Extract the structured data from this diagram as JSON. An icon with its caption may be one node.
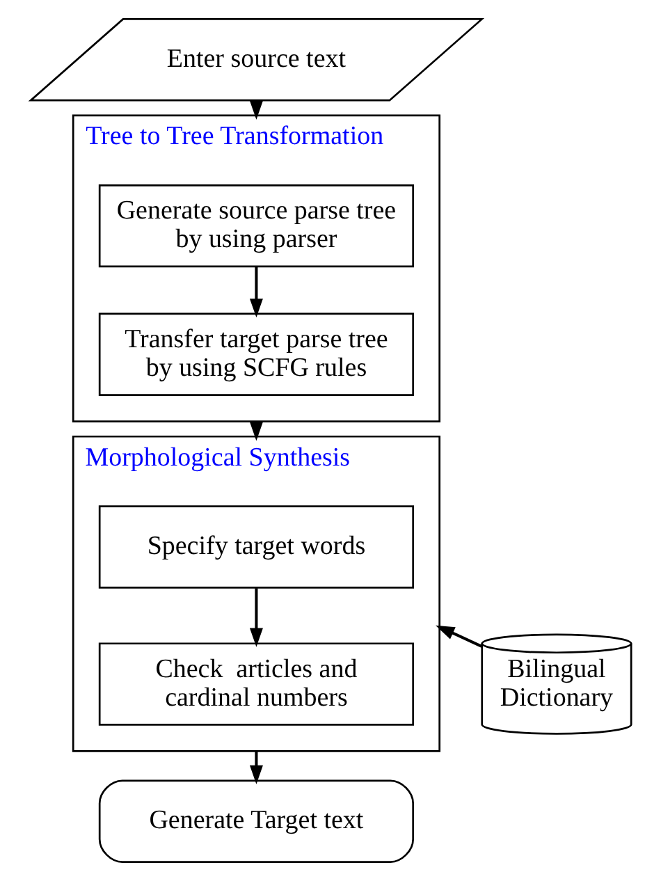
{
  "diagram": {
    "nodes": [
      {
        "text": [
          "Enter source text"
        ]
      },
      {
        "text": [
          "Tree to Tree Transformation"
        ]
      },
      {
        "text": [
          "Generate source parse tree by using parser"
        ],
        "in": 1
      },
      {
        "text": [
          "Transfer target parse tree by using SCFG rules"
        ],
        "in": 1
      },
      {
        "text": [
          "Morphological Synthesis"
        ]
      },
      {
        "text": [
          "Specify target words"
        ],
        "in": 4
      },
      {
        "text": [
          "Check  articles and cardinal numbers"
        ],
        "in": 4
      },
      {
        "text": [
          "Bilingual Dictionary"
        ]
      },
      {
        "text": [
          "Generate Target text"
        ]
      }
    ],
    "edges": [
      {
        "from": 0,
        "to": 1,
        "arrow": "to"
      },
      {
        "from": 2,
        "to": 3,
        "arrow": "to"
      },
      {
        "from": 1,
        "to": 4,
        "arrow": "to"
      },
      {
        "from": 5,
        "to": 6,
        "arrow": "to"
      },
      {
        "from": 7,
        "to": 4,
        "arrow": "to"
      },
      {
        "from": 4,
        "to": 8,
        "arrow": "to"
      }
    ]
  }
}
